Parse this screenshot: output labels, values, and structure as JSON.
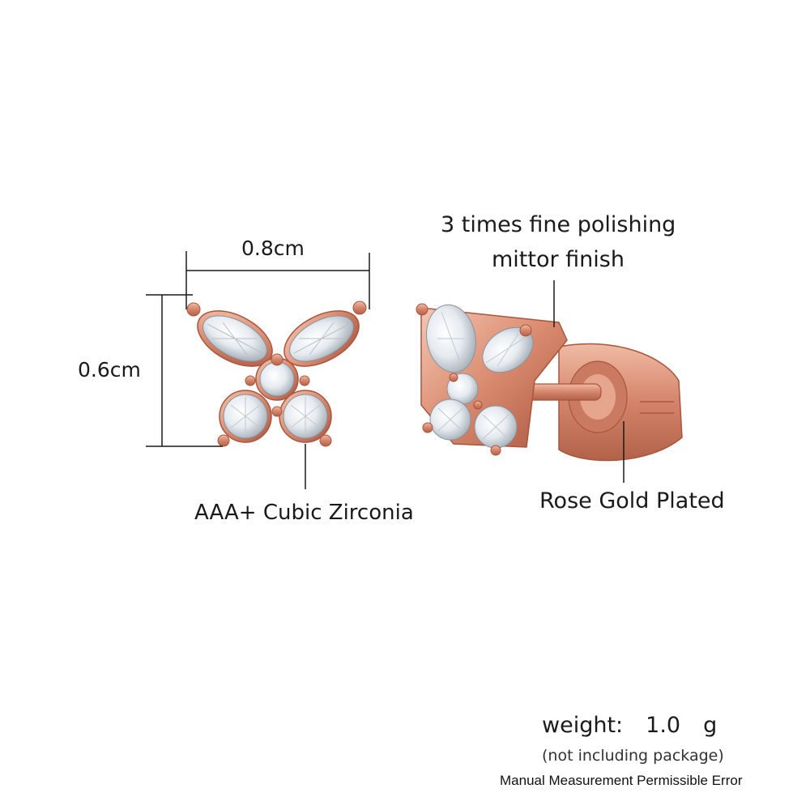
{
  "dimensions": {
    "width_label": "0.8cm",
    "height_label": "0.6cm"
  },
  "callouts": {
    "stones": "AAA+ Cubic Zirconia",
    "polish_line1": "3 times fine polishing",
    "polish_line2": "mittor finish",
    "plating": "Rose Gold Plated"
  },
  "weight": {
    "label": "weight:",
    "value": "1.0",
    "unit": "g",
    "note": "(not including package)"
  },
  "disclaimer": "Manual Measurement Permissible Error",
  "colors": {
    "rose_gold": "#d98a6e",
    "rose_gold_dark": "#b4624a",
    "rose_gold_light": "#f2c2ad",
    "crystal": "#eef2f6",
    "line": "#1a1a1a"
  }
}
